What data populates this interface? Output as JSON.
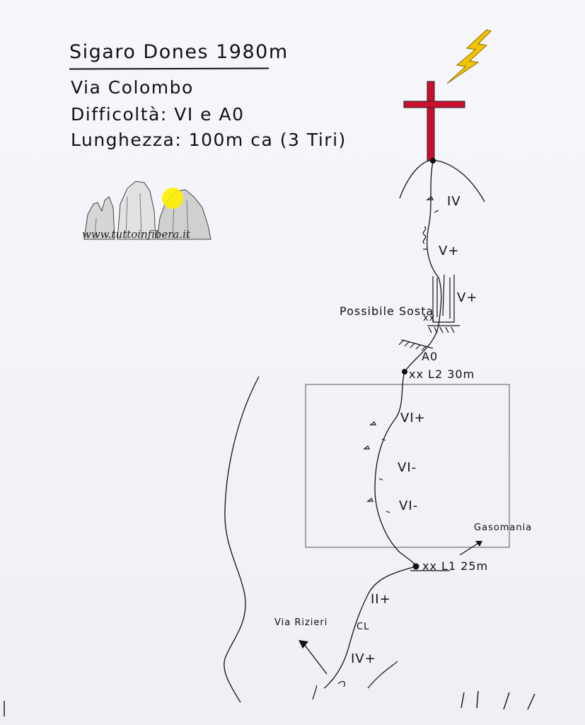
{
  "header": {
    "title": "Sigaro Dones 1980m",
    "via": "Via Colombo",
    "difficulty": "Difficoltà: VI e A0",
    "length": "Lunghezza: 100m ca (3 Tiri)"
  },
  "logo": {
    "url_text": "www.tuttoinfibera.it"
  },
  "topo": {
    "grades": {
      "summit_iv": "IV",
      "upper_vplus": "V+",
      "dihedral_vplus": "V+",
      "a0": "A0",
      "p2_top_viplus": "VI+",
      "p2_mid_viminus": "VI-",
      "p2_low_viminus": "VI-",
      "p1_upper_iiplus": "II+",
      "p1_lower_ivplus": "IV+"
    },
    "belays": {
      "l2": "xx L2 30m",
      "l1": "xx L1 25m",
      "possible_belay": "Possibile Sosta"
    },
    "routes": {
      "gasomania": "Gasomania",
      "via_rizieri": "Via Rizieri",
      "cl_mark": "CL"
    }
  },
  "colors": {
    "cross": "#c8102e",
    "lightning": "#f2c200",
    "ink": "#111111",
    "sun": "#ffee00"
  },
  "icons": [
    "cross-icon",
    "lightning-icon",
    "sun-icon",
    "arrow-icon"
  ]
}
